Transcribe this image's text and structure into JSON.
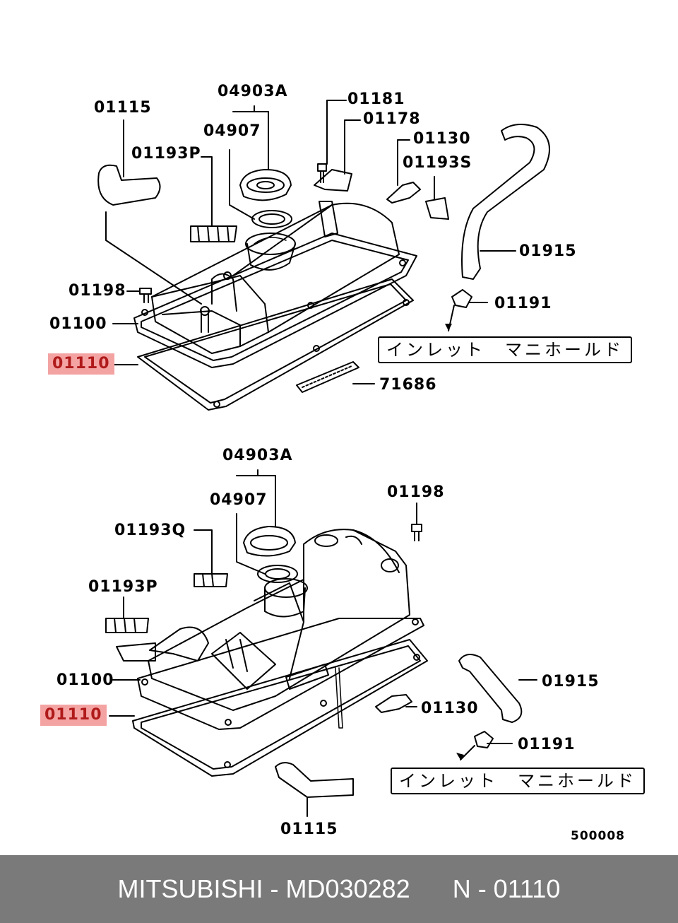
{
  "diagram_top": {
    "labels": {
      "l01115": "01115",
      "l04903A": "04903A",
      "l04907": "04907",
      "l01193P": "01193P",
      "l01181": "01181",
      "l01178": "01178",
      "l01130": "01130",
      "l01193S": "01193S",
      "l01915": "01915",
      "l01191": "01191",
      "l01198": "01198",
      "l01100": "01100",
      "l01110": "01110",
      "l71686": "71686"
    },
    "note": "インレット　マニホールド"
  },
  "diagram_bottom": {
    "labels": {
      "l04903A": "04903A",
      "l04907": "04907",
      "l01198": "01198",
      "l01193Q": "01193Q",
      "l01193P": "01193P",
      "l01100": "01100",
      "l01110": "01110",
      "l01915": "01915",
      "l01130": "01130",
      "l01191": "01191",
      "l01115": "01115"
    },
    "note": "インレット　マニホールド",
    "code": "500008"
  },
  "highlight_color": "#f4a3a3",
  "footer": {
    "brand": "MITSUBISHI",
    "part_number": "MD030282",
    "ref": "N - 01110"
  }
}
